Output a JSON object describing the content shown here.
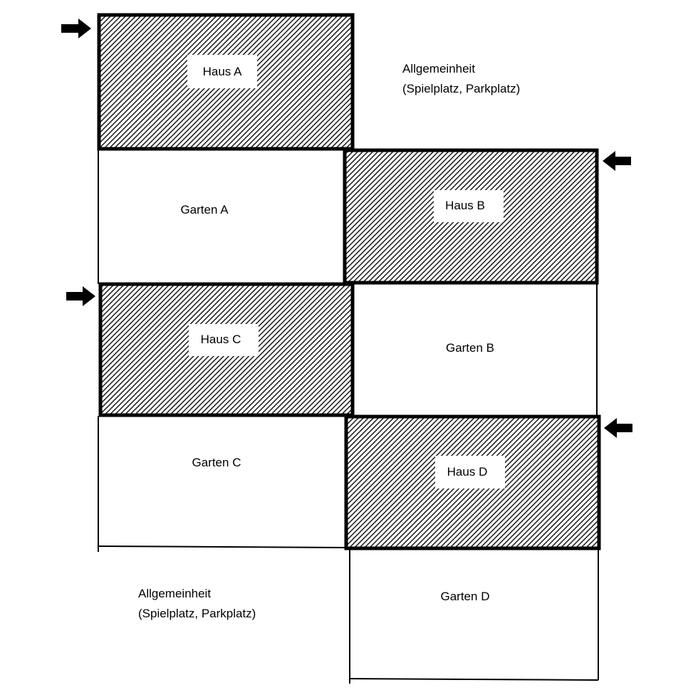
{
  "houses": [
    {
      "label": "Haus A"
    },
    {
      "label": "Haus B"
    },
    {
      "label": "Haus C"
    },
    {
      "label": "Haus D"
    }
  ],
  "gardens": [
    {
      "label": "Garten A"
    },
    {
      "label": "Garten B"
    },
    {
      "label": "Garten C"
    },
    {
      "label": "Garten D"
    }
  ],
  "common_areas": [
    {
      "line1": "Allgemeinheit",
      "line2": "(Spielplatz, Parkplatz)"
    },
    {
      "line1": "Allgemeinheit",
      "line2": "(Spielplatz, Parkplatz)"
    }
  ],
  "entrance_arrows": [
    {
      "house": "Haus A",
      "direction": "right"
    },
    {
      "house": "Haus B",
      "direction": "left"
    },
    {
      "house": "Haus C",
      "direction": "right"
    },
    {
      "house": "Haus D",
      "direction": "left"
    }
  ]
}
